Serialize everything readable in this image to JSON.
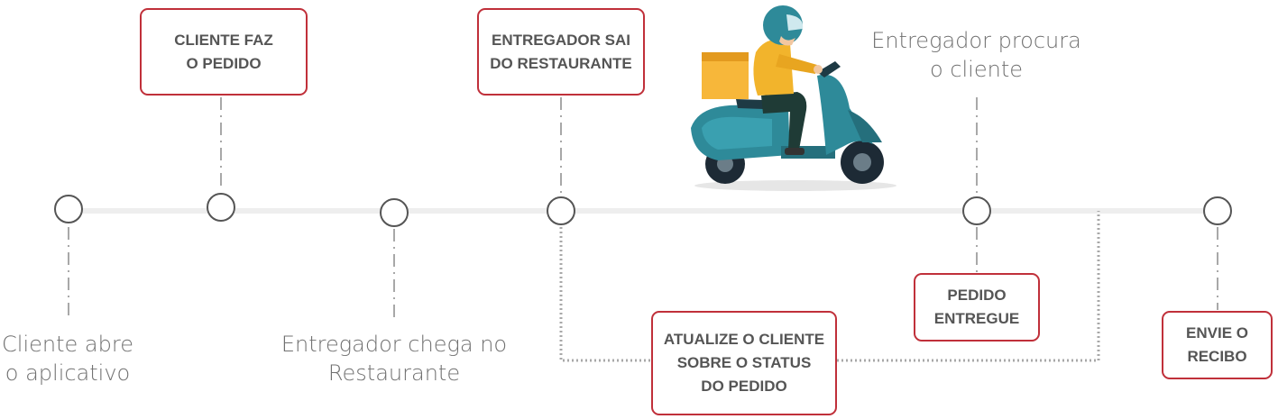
{
  "steps": {
    "cliente_abre": "Cliente abre\no aplicativo",
    "cliente_faz_pedido": "CLIENTE FAZ\nO PEDIDO",
    "entregador_chega": "Entregador chega no\nRestaurante",
    "entregador_sai": "ENTREGADOR SAI\nDO RESTAURANTE",
    "atualize_cliente": "ATUALIZE O CLIENTE\nSOBRE O STATUS\nDO PEDIDO",
    "entregador_procura": "Entregador procura\no cliente",
    "pedido_entregue": "PEDIDO\nENTREGUE",
    "envie_recibo": "ENVIE O\nRECIBO"
  },
  "colors": {
    "box_border": "#c0303a",
    "node_border": "#555555",
    "timeline": "#eeeeee",
    "connector": "#a8a8a8",
    "scooter_body": "#2e8a99",
    "rider_jacket": "#f2b42c",
    "delivery_box": "#f7b73a"
  },
  "illustration": {
    "icon": "delivery-scooter-icon"
  }
}
